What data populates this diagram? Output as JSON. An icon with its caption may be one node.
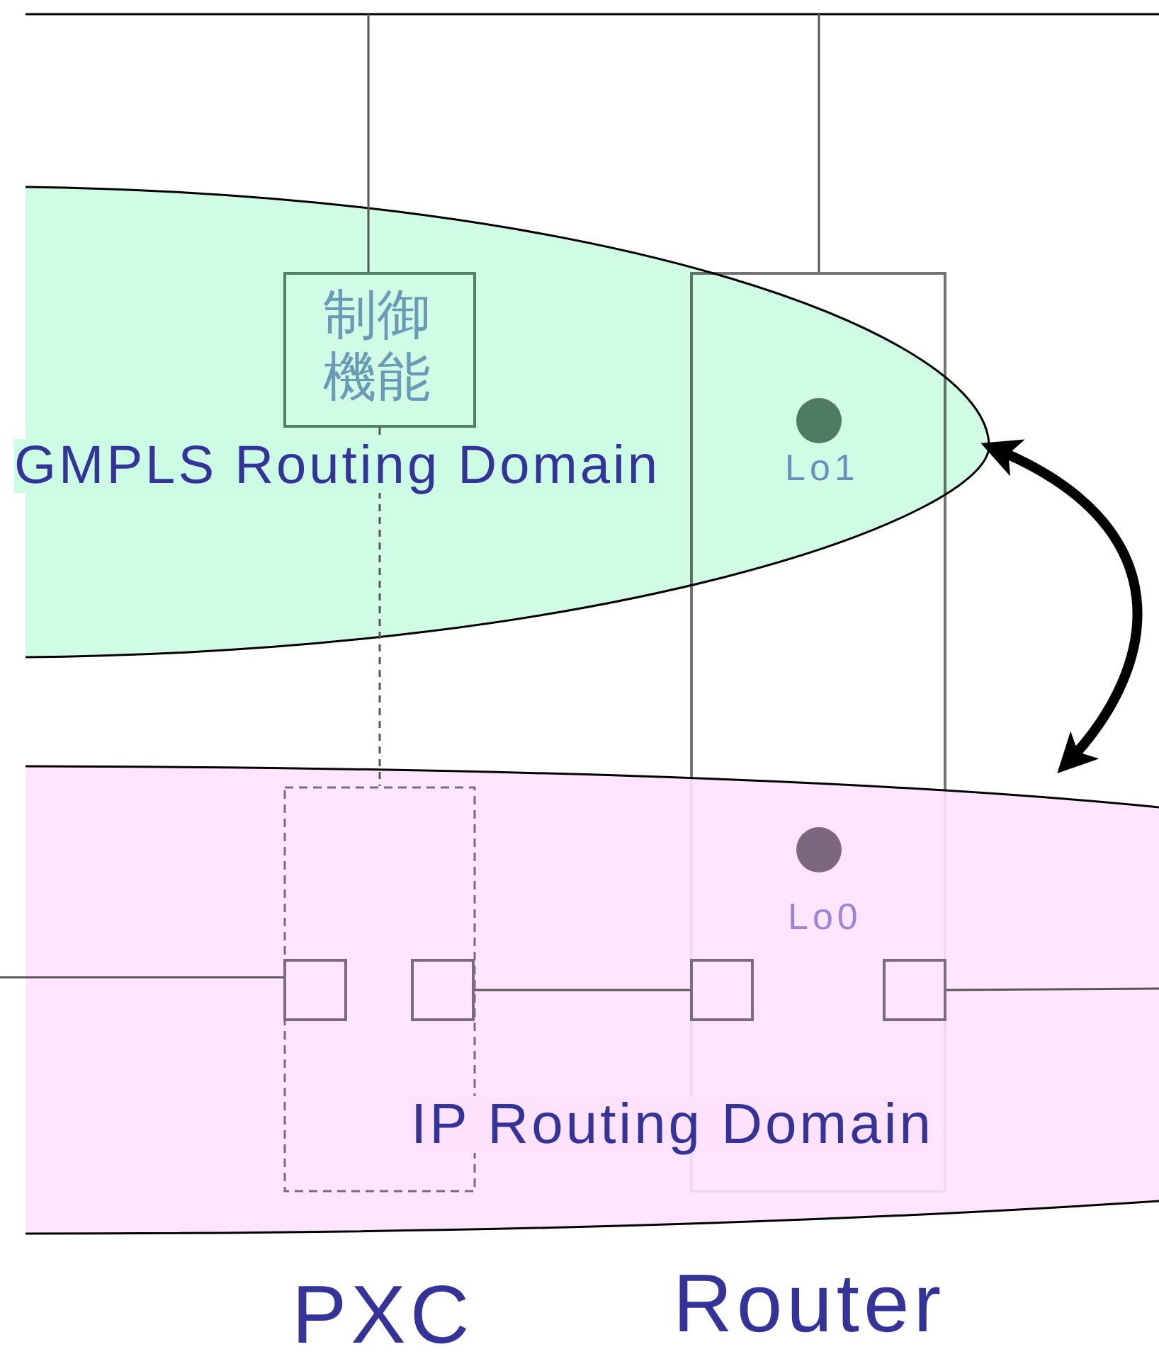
{
  "diagram": {
    "nodes": [
      {
        "text": [
          "GMPLS Routing Domain"
        ]
      },
      {
        "text": [
          "制御機能"
        ],
        "in": 0
      },
      {
        "text": [
          "Router"
        ]
      },
      {
        "text": [
          "Lo1"
        ]
      },
      {
        "text": [
          "IP Routing Domain"
        ]
      },
      {
        "text": [
          "PXC"
        ],
        "in": 4
      },
      {
        "text": [
          "Lo0"
        ]
      },
      {
        "text": [],
        "shape": "box",
        "in": 5
      },
      {
        "text": [],
        "shape": "box",
        "in": 5
      },
      {
        "text": [],
        "shape": "box"
      },
      {
        "text": [],
        "shape": "box"
      }
    ],
    "edges": [
      {
        "from": null,
        "to": 1,
        "arrow": "none"
      },
      {
        "from": null,
        "to": 2,
        "arrow": "none"
      },
      {
        "from": 1,
        "to": 5,
        "arrow": "none",
        "style": "dashed"
      },
      {
        "from": null,
        "to": 7,
        "arrow": "none"
      },
      {
        "from": 8,
        "to": 9,
        "arrow": "none"
      },
      {
        "from": 10,
        "to": 4,
        "arrow": "none"
      },
      {
        "from": 0,
        "to": 4,
        "arrow": "both",
        "style": "thick"
      }
    ]
  }
}
